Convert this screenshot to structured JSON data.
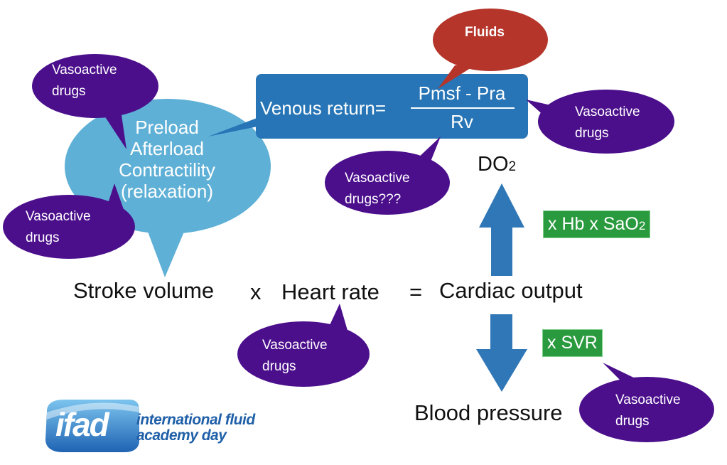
{
  "fluids_bubble": {
    "label": "Fluids",
    "color": "#b5352a"
  },
  "venous_return": {
    "prefix": "Venous return=",
    "numerator": "Pmsf - Pra",
    "denominator": "Rv",
    "box_color": "#2775b6"
  },
  "preload_bubble": {
    "lines": [
      "Preload",
      "Afterload",
      "Contractility",
      "(relaxation)"
    ],
    "color": "#5fb0d6"
  },
  "vasoactive_bubbles": [
    {
      "line1": "Vasoactive",
      "line2": "drugs"
    },
    {
      "line1": "Vasoactive",
      "line2": "drugs"
    },
    {
      "line1": "Vasoactive",
      "line2": "drugs"
    },
    {
      "line1": "Vasoactive",
      "line2": "drugs???"
    },
    {
      "line1": "Vasoactive",
      "line2": "drugs"
    },
    {
      "line1": "Vasoactive",
      "line2": "drugs"
    }
  ],
  "vasoactive_color": "#4b0f8c",
  "equation": {
    "stroke_volume": "Stroke volume",
    "times": "x",
    "heart_rate": "Heart rate",
    "equals": "=",
    "cardiac_output": "Cardiac output"
  },
  "do2": {
    "text": "DO",
    "sub": "2"
  },
  "hb_box": {
    "text": "x Hb x SaO",
    "sub": "2"
  },
  "svr_box": {
    "text": "x SVR"
  },
  "blood_pressure": "Blood pressure",
  "arrow_color": "#2f77b6",
  "logo": {
    "mark": "ifad",
    "line1": "international fluid",
    "line2": "academy day"
  }
}
